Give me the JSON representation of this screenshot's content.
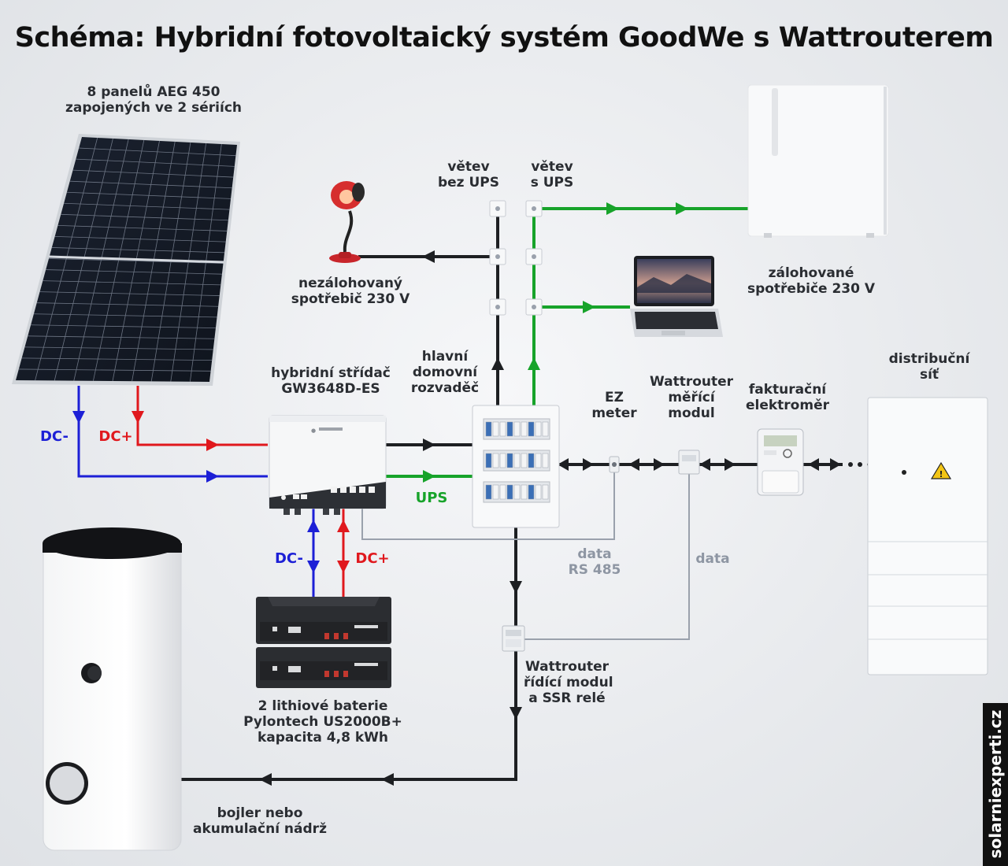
{
  "title": "Schéma: Hybridní fotovoltaický systém GoodWe s Wattrouterem",
  "labels": {
    "panels": [
      "8 panelů AEG 450",
      "zapojených ve 2 sériích"
    ],
    "branch_no_ups": [
      "větev",
      "bez UPS"
    ],
    "branch_ups": [
      "větev",
      "s UPS"
    ],
    "unbacked": [
      "nezálohovaný",
      "spotřebič 230 V"
    ],
    "backed": [
      "zálohované",
      "spotřebiče 230 V"
    ],
    "inverter": [
      "hybridní střídač",
      "GW3648D-ES"
    ],
    "main_board": [
      "hlavní",
      "domovní",
      "rozvaděč"
    ],
    "ez_meter": [
      "EZ",
      "meter"
    ],
    "wattrouter_meter": [
      "Wattrouter",
      "měřící",
      "modul"
    ],
    "billing_meter": [
      "fakturační",
      "elektroměr"
    ],
    "grid": [
      "distribuční",
      "síť"
    ],
    "batteries": [
      "2 lithiové baterie",
      "Pylontech US2000B+",
      "kapacita 4,8 kWh"
    ],
    "wattrouter_control": [
      "Wattrouter",
      "řídící modul",
      "a SSR relé"
    ],
    "boiler": [
      "bojler nebo",
      "akumulační nádrž"
    ],
    "dc_minus": "DC-",
    "dc_plus": "DC+",
    "dc_minus_batt": "DC-",
    "dc_plus_batt": "DC+",
    "ups": "UPS",
    "data_rs485": [
      "data",
      "RS 485"
    ],
    "data": "data"
  },
  "brand": "solarniexperti.cz",
  "colors": {
    "dc_negative": "#1c1fd6",
    "dc_positive": "#e0181d",
    "ups_line": "#17a32a",
    "ac_line": "#1d1f22",
    "data_line": "#9aa1ac"
  },
  "icons": [
    "solar-panel-icon",
    "lamp-icon",
    "fridge-icon",
    "laptop-icon",
    "inverter-icon",
    "switchboard-icon",
    "battery-icon",
    "boiler-icon",
    "socket-icon",
    "meter-icon",
    "grid-cabinet-icon",
    "warning-icon"
  ]
}
